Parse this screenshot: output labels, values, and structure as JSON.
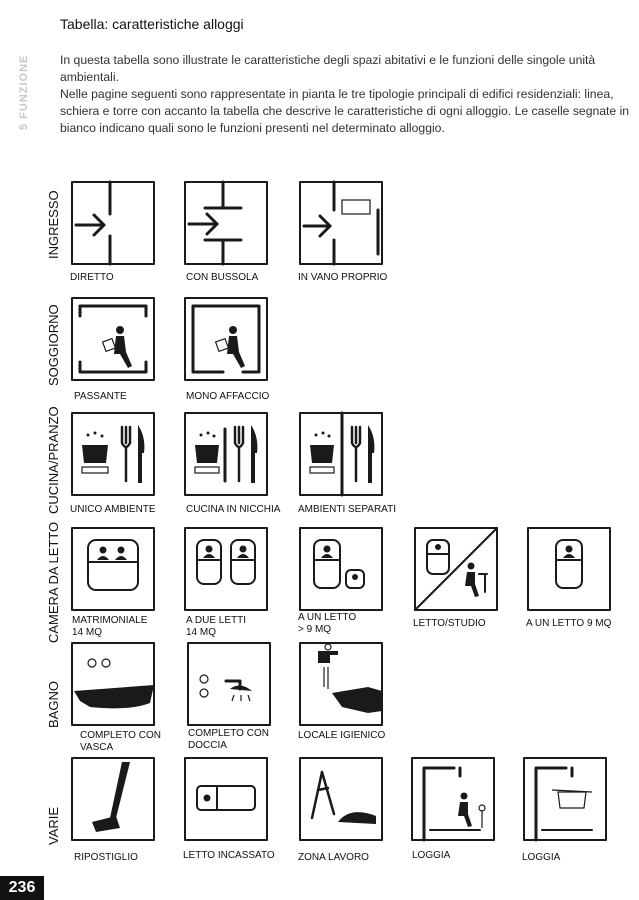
{
  "chapter_tab": "5 FUNZIONE",
  "title": "Tabella: caratteristiche alloggi",
  "intro": [
    "In questa tabella sono illustrate le caratteristiche degli spazi abitativi e le funzioni delle singole unità ambientali.",
    "Nelle pagine seguenti sono rappresentate in pianta le tre tipologie principali di edifici residenziali: linea, schiera e torre con accanto la tabella  che descrive le caratteristiche di ogni alloggio. Le caselle segnate in bianco indicano quali sono le funzioni presenti nel determinato alloggio."
  ],
  "rows": [
    {
      "label": "INGRESSO",
      "items": [
        {
          "caption": "DIRETTO",
          "icon": "arrow-door-icon"
        },
        {
          "caption": "CON BUSSOLA",
          "icon": "arrow-double-door-icon"
        },
        {
          "caption": "IN VANO PROPRIO",
          "icon": "arrow-vestibule-icon"
        }
      ]
    },
    {
      "label": "SOGGIORNO",
      "items": [
        {
          "caption": "PASSANTE",
          "icon": "person-reading-icon"
        },
        {
          "caption": "MONO AFFACCIO",
          "icon": "person-reading-icon"
        }
      ]
    },
    {
      "label": "CUCINA/PRANZO",
      "items": [
        {
          "caption": "UNICO AMBIENTE",
          "icon": "pot-cutlery-icon"
        },
        {
          "caption": "CUCINA IN NICCHIA",
          "icon": "pot-cutlery-icon"
        },
        {
          "caption": "AMBIENTI SEPARATI",
          "icon": "pot-cutlery-icon"
        }
      ]
    },
    {
      "label": "CAMERA DA LETTO",
      "items": [
        {
          "caption": "MATRIMONIALE\n14 MQ",
          "icon": "double-bed-icon"
        },
        {
          "caption": "A DUE LETTI\n14 MQ",
          "icon": "twin-beds-icon"
        },
        {
          "caption": "A UN LETTO\n> 9 MQ",
          "icon": "single-bed-icon"
        },
        {
          "caption": "LETTO/STUDIO",
          "icon": "bed-desk-icon"
        },
        {
          "caption": "A UN LETTO 9 MQ",
          "icon": "single-bed-icon"
        }
      ]
    },
    {
      "label": "BAGNO",
      "items": [
        {
          "caption": "COMPLETO CON\nVASCA",
          "icon": "bathtub-icon"
        },
        {
          "caption": "COMPLETO CON\nDOCCIA",
          "icon": "shower-icon"
        },
        {
          "caption": "LOCALE IGIENICO",
          "icon": "tap-hand-icon"
        }
      ]
    },
    {
      "label": "VARIE",
      "items": [
        {
          "caption": "RIPOSTIGLIO",
          "icon": "vacuum-cleaner-icon"
        },
        {
          "caption": "LETTO INCASSATO",
          "icon": "built-in-bed-icon"
        },
        {
          "caption": "ZONA LAVORO",
          "icon": "compass-iron-icon"
        },
        {
          "caption": "LOGGIA",
          "icon": "loggia-person-icon"
        },
        {
          "caption": "LOGGIA",
          "icon": "loggia-laundry-icon"
        }
      ]
    }
  ],
  "page_number": "236"
}
